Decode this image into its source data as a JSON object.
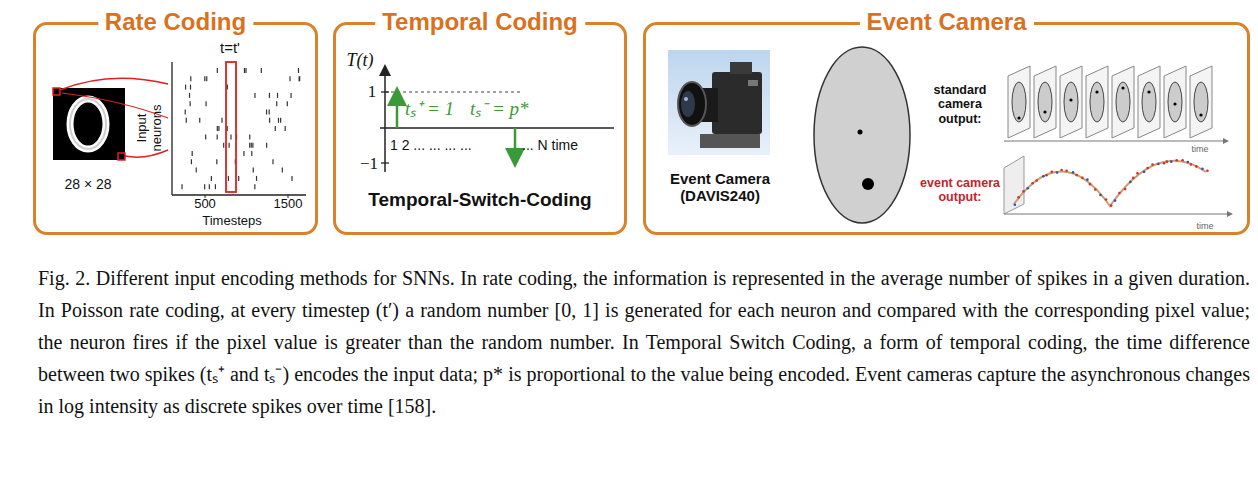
{
  "diagram": {
    "caption": "Fig. 2. Different input encoding methods for SNNs. In rate coding, the information is represented in the average number of spikes in a given duration. In Poisson rate coding, at every timestep (t′) a random number [0, 1] is generated for each neuron and compared with the corresponding pixel value; the neuron fires if the pixel value is greater than the random number. In Temporal Switch Coding, a form of temporal coding, the time difference between two spikes (tₛ⁺ and tₛ⁻) encodes the input data; p* is proportional to the value being encoded. Event cameras capture the asynchronous changes in log intensity as discrete spikes over time [158].",
    "nodes": [
      {
        "text": [
          "Rate Coding"
        ]
      },
      {
        "text": [
          "Temporal Coding"
        ]
      },
      {
        "text": [
          "Event Camera"
        ]
      }
    ],
    "labels": [
      "t=t'",
      "Input neurons",
      "28 × 28",
      "500",
      "1500",
      "Timesteps",
      "T(t)",
      "1",
      "−1",
      "tₛ⁺ = 1",
      "tₛ⁻ = p*",
      "1 2 ... ... ... ...",
      "... N time",
      "Temporal-Switch-Coding",
      "Event Camera (DAVIS240)",
      "standard camera output:",
      "time",
      "event camera output:",
      "time"
    ]
  }
}
